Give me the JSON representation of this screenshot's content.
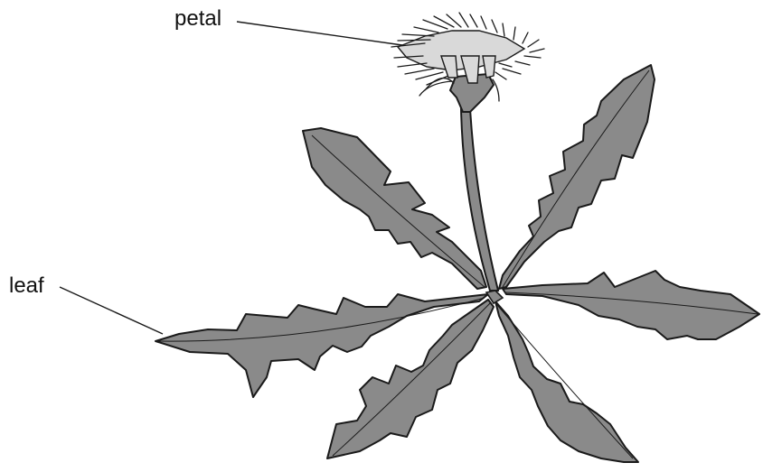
{
  "labels": {
    "petal": "petal",
    "leaf": "leaf"
  },
  "colors": {
    "leaf_fill": "#8a8a8a",
    "petal_fill": "#d9d9d9",
    "outline": "#1a1a1a",
    "background": "#ffffff"
  },
  "subject": "dandelion-plant"
}
